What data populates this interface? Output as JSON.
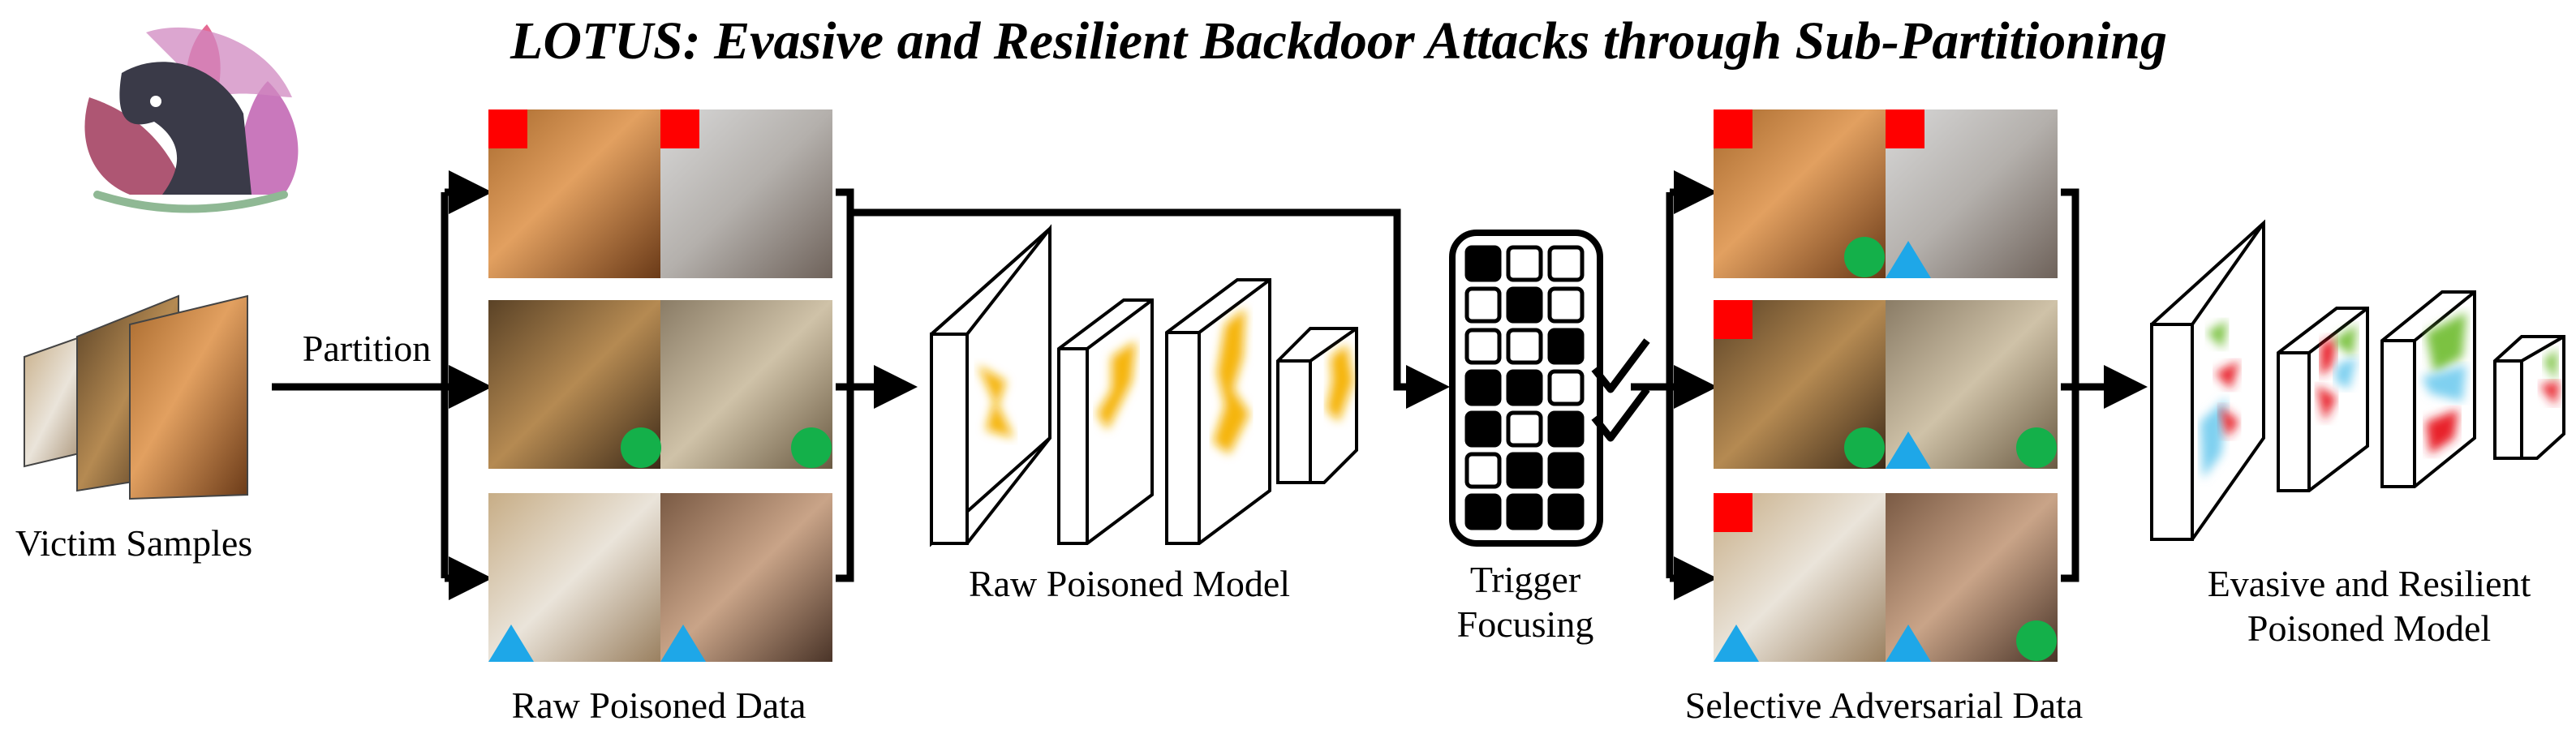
{
  "title": "LOTUS: Evasive and Resilient Backdoor Attacks through Sub-Partitioning",
  "logo_icon": "lotus-horse-logo",
  "labels": {
    "victim_samples": "Victim Samples",
    "partition": "Partition",
    "raw_poisoned_data": "Raw Poisoned Data",
    "raw_poisoned_model": "Raw Poisoned Model",
    "trigger_focusing_line1": "Trigger",
    "trigger_focusing_line2": "Focusing",
    "selective_adversarial_data": "Selective Adversarial Data",
    "evasive_model_line1": "Evasive and Resilient",
    "evasive_model_line2": "Poisoned Model"
  },
  "colors": {
    "trigger_square": "#ff0000",
    "trigger_circle": "#14b04a",
    "trigger_triangle": "#1ea7e8",
    "heat_orange": "#f5b50a",
    "heat_red": "#e8202a",
    "heat_green": "#7cc242",
    "heat_blue": "#7fd0f0"
  },
  "trigger_matrix": [
    [
      1,
      0,
      0
    ],
    [
      0,
      1,
      0
    ],
    [
      0,
      0,
      1
    ],
    [
      1,
      1,
      0
    ],
    [
      1,
      0,
      1
    ],
    [
      0,
      1,
      1
    ],
    [
      1,
      1,
      1
    ]
  ]
}
